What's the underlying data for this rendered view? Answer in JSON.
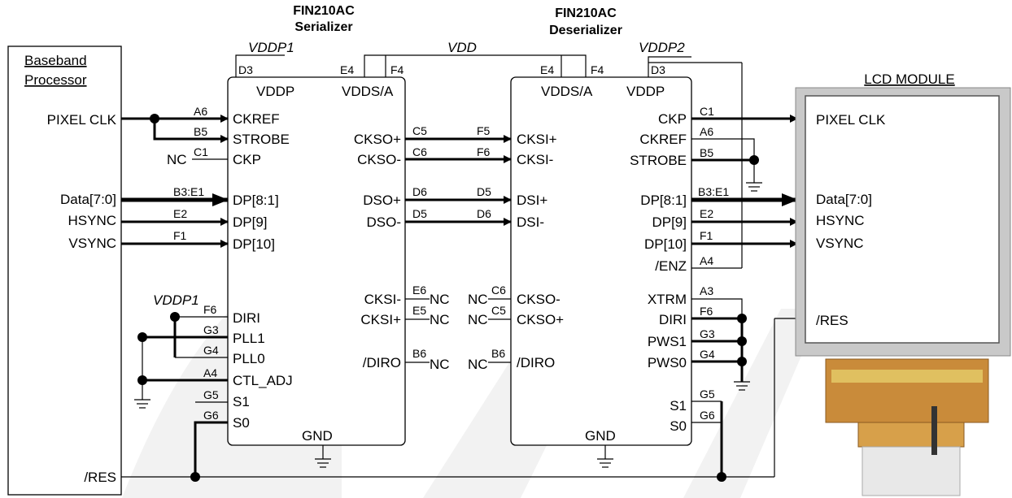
{
  "serializer": {
    "part": "FIN210AC",
    "name": "Serializer",
    "vddp": "VDDP1",
    "hdr_left": "VDDP",
    "hdr_right": "VDDS/A",
    "gnd": "GND"
  },
  "deserializer": {
    "part": "FIN210AC",
    "name": "Deserializer",
    "vddp": "VDDP2",
    "hdr_left": "VDDS/A",
    "hdr_right": "VDDP",
    "gnd": "GND"
  },
  "vdd_label": "VDD",
  "baseband": {
    "line1": "Baseband",
    "line2": "Processor"
  },
  "lcd_title": "LCD MODULE",
  "pins": {
    "D3": "D3",
    "E4": "E4",
    "F4": "F4",
    "A6": "A6",
    "B5": "B5",
    "C1": "C1",
    "C5": "C5",
    "C6": "C6",
    "F5": "F5",
    "F6": "F6",
    "D5": "D5",
    "D6": "D6",
    "B3E1": "B3:E1",
    "E2": "E2",
    "F1": "F1",
    "E5": "E5",
    "E6": "E6",
    "B6": "B6",
    "G3": "G3",
    "G4": "G4",
    "A4": "A4",
    "G5": "G5",
    "G6": "G6",
    "A3": "A3"
  },
  "ser": {
    "CKREF": "CKREF",
    "STROBE": "STROBE",
    "CKP": "CKP",
    "DP81": "DP[8:1]",
    "DP9": "DP[9]",
    "DP10": "DP[10]",
    "DIRI": "DIRI",
    "PLL1": "PLL1",
    "PLL0": "PLL0",
    "CTL_ADJ": "CTL_ADJ",
    "S1": "S1",
    "S0": "S0",
    "CKSOp": "CKSO+",
    "CKSOm": "CKSO-",
    "DSOp": "DSO+",
    "DSOm": "DSO-",
    "CKSIm": "CKSI-",
    "CKSIp": "CKSI+",
    "DIRO": "/DIRO"
  },
  "des": {
    "CKSIp": "CKSI+",
    "CKSIm": "CKSI-",
    "DSIp": "DSI+",
    "DSIm": "DSI-",
    "CKSOm": "CKSO-",
    "CKSOp": "CKSO+",
    "DIRO": "/DIRO",
    "CKP": "CKP",
    "CKREF": "CKREF",
    "STROBE": "STROBE",
    "DP81": "DP[8:1]",
    "DP9": "DP[9]",
    "DP10": "DP[10]",
    "ENZ": "/ENZ",
    "XTRM": "XTRM",
    "DIRI": "DIRI",
    "PWS1": "PWS1",
    "PWS0": "PWS0",
    "S1": "S1",
    "S0": "S0"
  },
  "bb": {
    "PIXELCLK": "PIXEL CLK",
    "DATA": "Data[7:0]",
    "HSYNC": "HSYNC",
    "VSYNC": "VSYNC",
    "RES": "/RES"
  },
  "lcd": {
    "PIXELCLK": "PIXEL CLK",
    "DATA": "Data[7:0]",
    "HSYNC": "HSYNC",
    "VSYNC": "VSYNC",
    "RES": "/RES"
  },
  "nc": "NC"
}
